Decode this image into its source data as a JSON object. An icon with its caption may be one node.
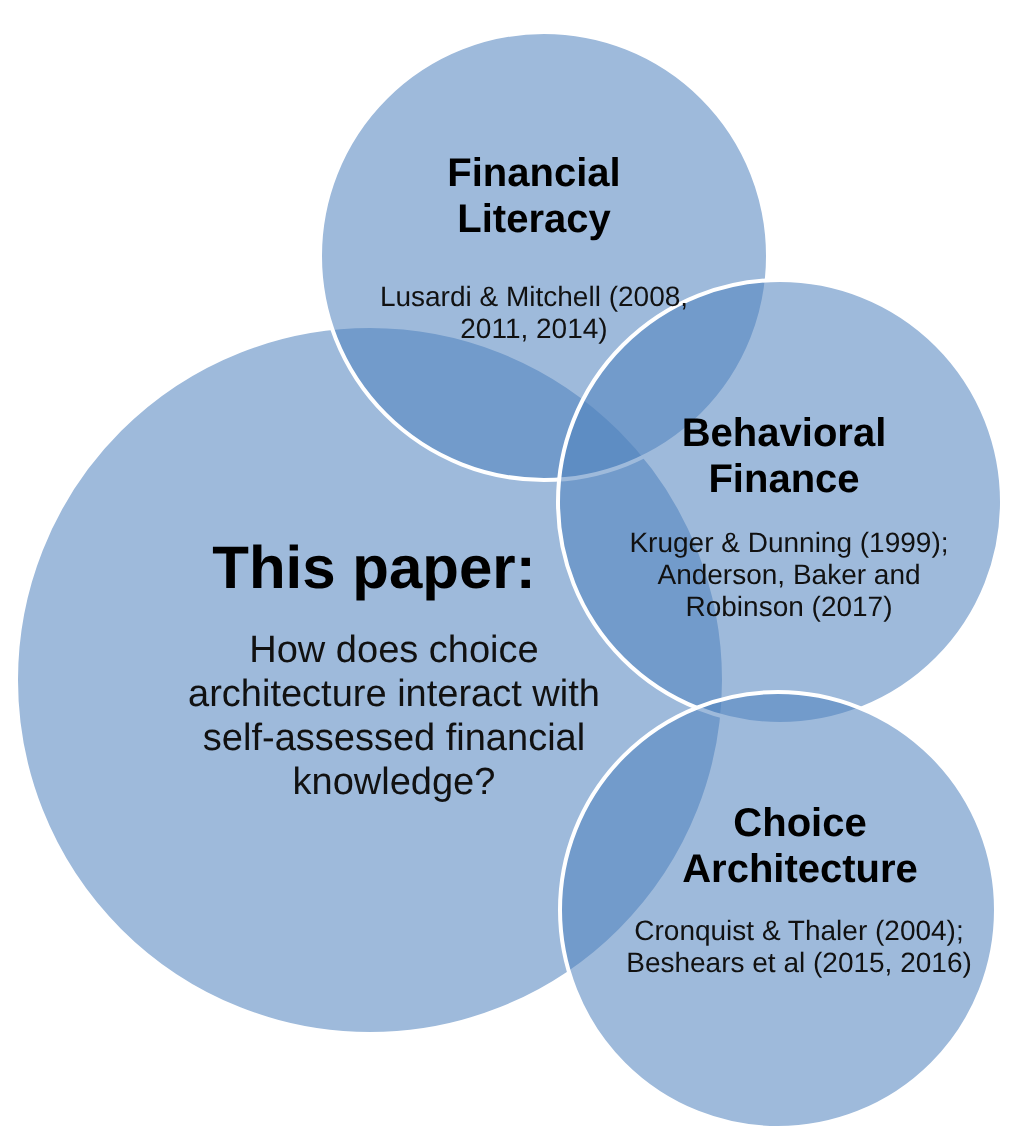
{
  "diagram": {
    "nodes": [
      {
        "text": [
          "This paper:",
          "How does choice architecture interact with self-assessed financial knowledge?"
        ]
      },
      {
        "text": [
          "Financial Literacy",
          "Lusardi & Mitchell (2008, 2011, 2014)"
        ]
      },
      {
        "text": [
          "Behavioral Finance",
          "Kruger & Dunning (1999); Anderson, Baker and Robinson (2017)"
        ]
      },
      {
        "text": [
          "Choice Architecture",
          "Cronquist & Thaler (2004); Beshears et al (2015, 2016)"
        ]
      }
    ]
  }
}
